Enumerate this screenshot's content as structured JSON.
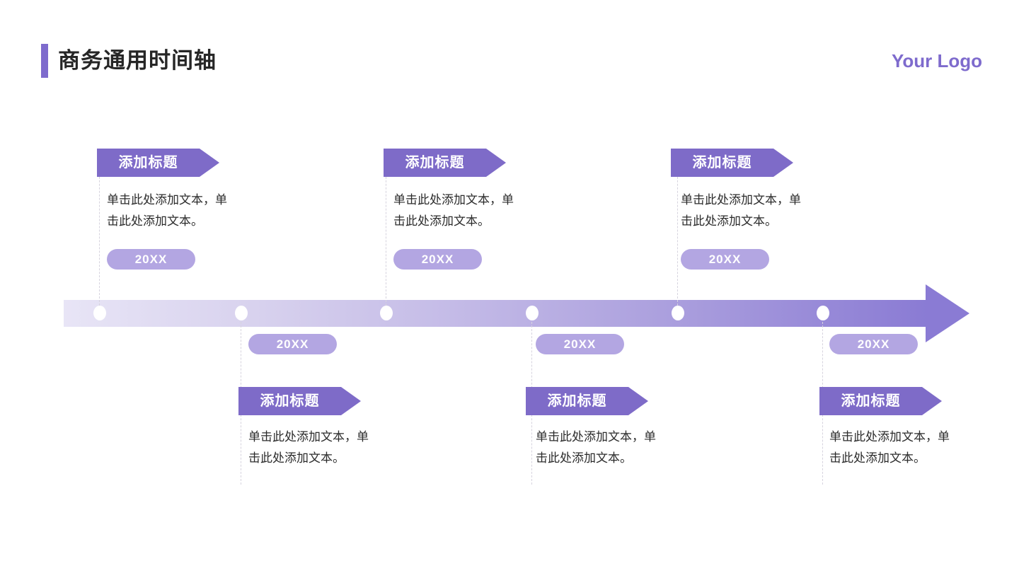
{
  "header": {
    "title": "商务通用时间轴",
    "logo": "Your Logo"
  },
  "timeline": {
    "accent_color": "#7e6bcd",
    "banner_color": "#7e6bc8",
    "pill_color": "#b3a6e2",
    "axis_gradient_from": "#e8e5f6",
    "axis_gradient_to": "#8a7bd4",
    "milestones": [
      {
        "position": "top",
        "title": "添加标题",
        "text": "单击此处添加文本，单击此处添加文本。",
        "year": "20XX"
      },
      {
        "position": "bottom",
        "title": "添加标题",
        "text": "单击此处添加文本，单击此处添加文本。",
        "year": "20XX"
      },
      {
        "position": "top",
        "title": "添加标题",
        "text": "单击此处添加文本，单击此处添加文本。",
        "year": "20XX"
      },
      {
        "position": "bottom",
        "title": "添加标题",
        "text": "单击此处添加文本，单击此处添加文本。",
        "year": "20XX"
      },
      {
        "position": "top",
        "title": "添加标题",
        "text": "单击此处添加文本，单击此处添加文本。",
        "year": "20XX"
      },
      {
        "position": "bottom",
        "title": "添加标题",
        "text": "单击此处添加文本，单击此处添加文本。",
        "year": "20XX"
      }
    ]
  }
}
